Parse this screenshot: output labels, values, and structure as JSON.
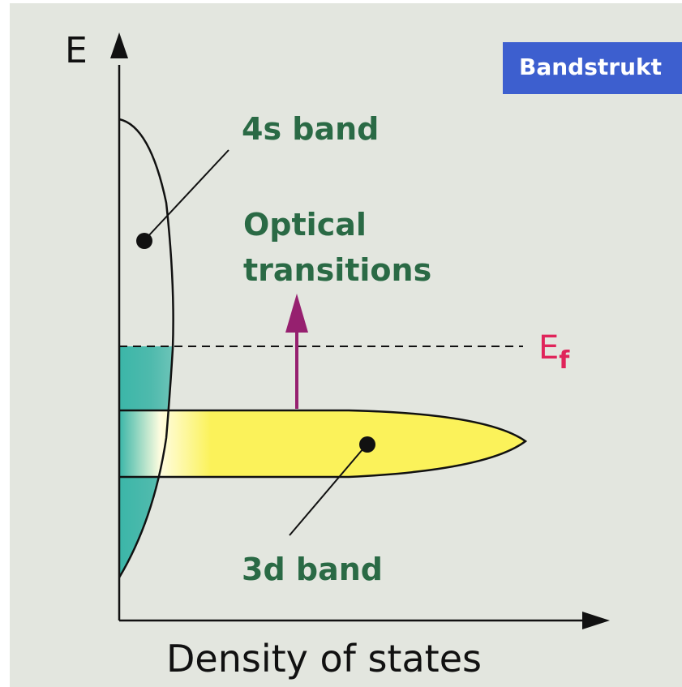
{
  "axes": {
    "y_label": "E",
    "x_label": "Density of states"
  },
  "labels": {
    "band_4s": "4s band",
    "band_3d": "3d band",
    "optical_line1": "Optical",
    "optical_line2": "transitions",
    "fermi_main": "E",
    "fermi_sub": "f"
  },
  "title_box": {
    "text": "Bandstrukt"
  },
  "colors": {
    "background": "#e3e6df",
    "band_4s_fill": "#3bb6a8",
    "band_3d_fill": "#fbf25a",
    "label_green": "#2a6a45",
    "fermi_label": "#e0245a",
    "arrow": "#96206f",
    "title_bg": "#3d5fcf"
  }
}
